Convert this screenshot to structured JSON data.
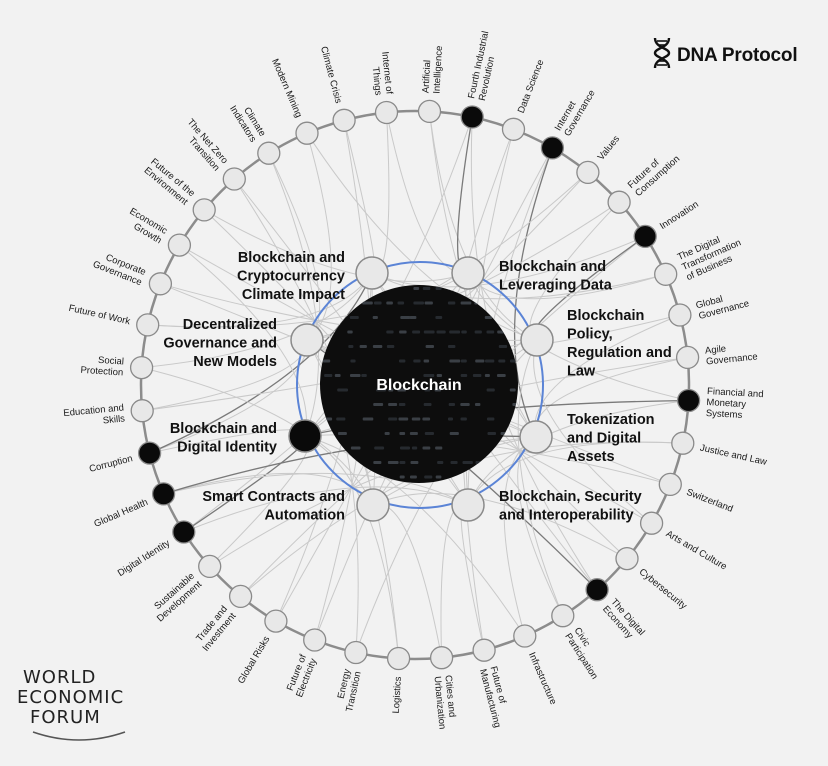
{
  "brand": {
    "name": "DNA Protocol",
    "icon": "dna-icon"
  },
  "organization": {
    "lines": [
      "WORLD",
      "ECONOMIC",
      "FORUM"
    ]
  },
  "center": {
    "label": "Blockchain"
  },
  "colors": {
    "background": "#f2f2f2",
    "ring": "#8c8c8c",
    "inner_ring": "#5b84d6",
    "node_fill": "#e8e8e8",
    "node_filled": "#0a0a0a",
    "connector": "#c9c9c9",
    "center_fill": "#0d0d0d",
    "center_text": "#ffffff"
  },
  "inner_topics": [
    {
      "label": "Blockchain and Cryptocurrency Climate Impact",
      "lines": [
        "Blockchain and",
        "Cryptocurrency",
        "Climate Impact"
      ],
      "filled": false
    },
    {
      "label": "Blockchain and Leveraging Data",
      "lines": [
        "Blockchain and",
        "Leveraging Data"
      ],
      "filled": false
    },
    {
      "label": "Blockchain Policy, Regulation and Law",
      "lines": [
        "Blockchain",
        "Policy,",
        "Regulation and",
        "Law"
      ],
      "filled": false
    },
    {
      "label": "Tokenization and Digital Assets",
      "lines": [
        "Tokenization",
        "and Digital",
        "Assets"
      ],
      "filled": false
    },
    {
      "label": "Blockchain, Security and Interoperability",
      "lines": [
        "Blockchain, Security",
        "and Interoperability"
      ],
      "filled": false
    },
    {
      "label": "Smart Contracts and Automation",
      "lines": [
        "Smart Contracts and",
        "Automation"
      ],
      "filled": false
    },
    {
      "label": "Blockchain and Digital Identity",
      "lines": [
        "Blockchain and",
        "Digital Identity"
      ],
      "filled": true
    },
    {
      "label": "Decentralized Governance and New Models",
      "lines": [
        "Decentralized",
        "Governance and",
        "New Models"
      ],
      "filled": false
    }
  ],
  "outer_topics": [
    {
      "label": "Climate Crisis",
      "lines": [
        "Climate Crisis"
      ],
      "filled": false
    },
    {
      "label": "Internet of Things",
      "lines": [
        "Internet of",
        "Things"
      ],
      "filled": false
    },
    {
      "label": "Artificial Intelligence",
      "lines": [
        "Artificial",
        "Intelligence"
      ],
      "filled": false
    },
    {
      "label": "Fourth Industrial Revolution",
      "lines": [
        "Fourth Industrial",
        "Revolution"
      ],
      "filled": true
    },
    {
      "label": "Data Science",
      "lines": [
        "Data Science"
      ],
      "filled": false
    },
    {
      "label": "Internet Governance",
      "lines": [
        "Internet",
        "Governance"
      ],
      "filled": true
    },
    {
      "label": "Values",
      "lines": [
        "Values"
      ],
      "filled": false
    },
    {
      "label": "Future of Consumption",
      "lines": [
        "Future of",
        "Consumption"
      ],
      "filled": false
    },
    {
      "label": "Innovation",
      "lines": [
        "Innovation"
      ],
      "filled": true
    },
    {
      "label": "The Digital Transformation of Business",
      "lines": [
        "The Digital",
        "Transformation",
        "of Business"
      ],
      "filled": false
    },
    {
      "label": "Global Governance",
      "lines": [
        "Global",
        "Governance"
      ],
      "filled": false
    },
    {
      "label": "Agile Governance",
      "lines": [
        "Agile",
        "Governance"
      ],
      "filled": false
    },
    {
      "label": "Financial and Monetary Systems",
      "lines": [
        "Financial and",
        "Monetary",
        "Systems"
      ],
      "filled": true
    },
    {
      "label": "Justice and Law",
      "lines": [
        "Justice and Law"
      ],
      "filled": false
    },
    {
      "label": "Switzerland",
      "lines": [
        "Switzerland"
      ],
      "filled": false
    },
    {
      "label": "Arts and Culture",
      "lines": [
        "Arts and Culture"
      ],
      "filled": false
    },
    {
      "label": "Cybersecurity",
      "lines": [
        "Cybersecurity"
      ],
      "filled": false
    },
    {
      "label": "The Digital Economy",
      "lines": [
        "The Digital",
        "Economy"
      ],
      "filled": true
    },
    {
      "label": "Civic Participation",
      "lines": [
        "Civic",
        "Participation"
      ],
      "filled": false
    },
    {
      "label": "Infrastructure",
      "lines": [
        "Infrastructure"
      ],
      "filled": false
    },
    {
      "label": "Future of Manufacturing",
      "lines": [
        "Future of",
        "Manufacturing"
      ],
      "filled": false
    },
    {
      "label": "Cities and Urbanization",
      "lines": [
        "Cities and",
        "Urbanization"
      ],
      "filled": false
    },
    {
      "label": "Logistics",
      "lines": [
        "Logistics"
      ],
      "filled": false
    },
    {
      "label": "Energy Transition",
      "lines": [
        "Energy",
        "Transition"
      ],
      "filled": false
    },
    {
      "label": "Future of Electricity",
      "lines": [
        "Future of",
        "Electricity"
      ],
      "filled": false
    },
    {
      "label": "Global Risks",
      "lines": [
        "Global Risks"
      ],
      "filled": false
    },
    {
      "label": "Trade and Investment",
      "lines": [
        "Trade and",
        "Investment"
      ],
      "filled": false
    },
    {
      "label": "Sustainable Development",
      "lines": [
        "Sustainable",
        "Development"
      ],
      "filled": false
    },
    {
      "label": "Digital Identity",
      "lines": [
        "Digital Identity"
      ],
      "filled": true
    },
    {
      "label": "Global Health",
      "lines": [
        "Global Health"
      ],
      "filled": true
    },
    {
      "label": "Corruption",
      "lines": [
        "Corruption"
      ],
      "filled": true
    },
    {
      "label": "Education and Skills",
      "lines": [
        "Education and",
        "Skills"
      ],
      "filled": false
    },
    {
      "label": "Social Protection",
      "lines": [
        "Social",
        "Protection"
      ],
      "filled": false
    },
    {
      "label": "Future of Work",
      "lines": [
        "Future of Work"
      ],
      "filled": false
    },
    {
      "label": "Corporate Governance",
      "lines": [
        "Corporate",
        "Governance"
      ],
      "filled": false
    },
    {
      "label": "Economic Growth",
      "lines": [
        "Economic",
        "Growth"
      ],
      "filled": false
    },
    {
      "label": "Future of the Environment",
      "lines": [
        "Future of the",
        "Environment"
      ],
      "filled": false
    },
    {
      "label": "The Net Zero Transition",
      "lines": [
        "The Net Zero",
        "Transition"
      ],
      "filled": false
    },
    {
      "label": "Climate Indicators",
      "lines": [
        "Climate",
        "Indicators"
      ],
      "filled": false
    },
    {
      "label": "Modern Mining",
      "lines": [
        "Modern Mining"
      ],
      "filled": false
    }
  ]
}
